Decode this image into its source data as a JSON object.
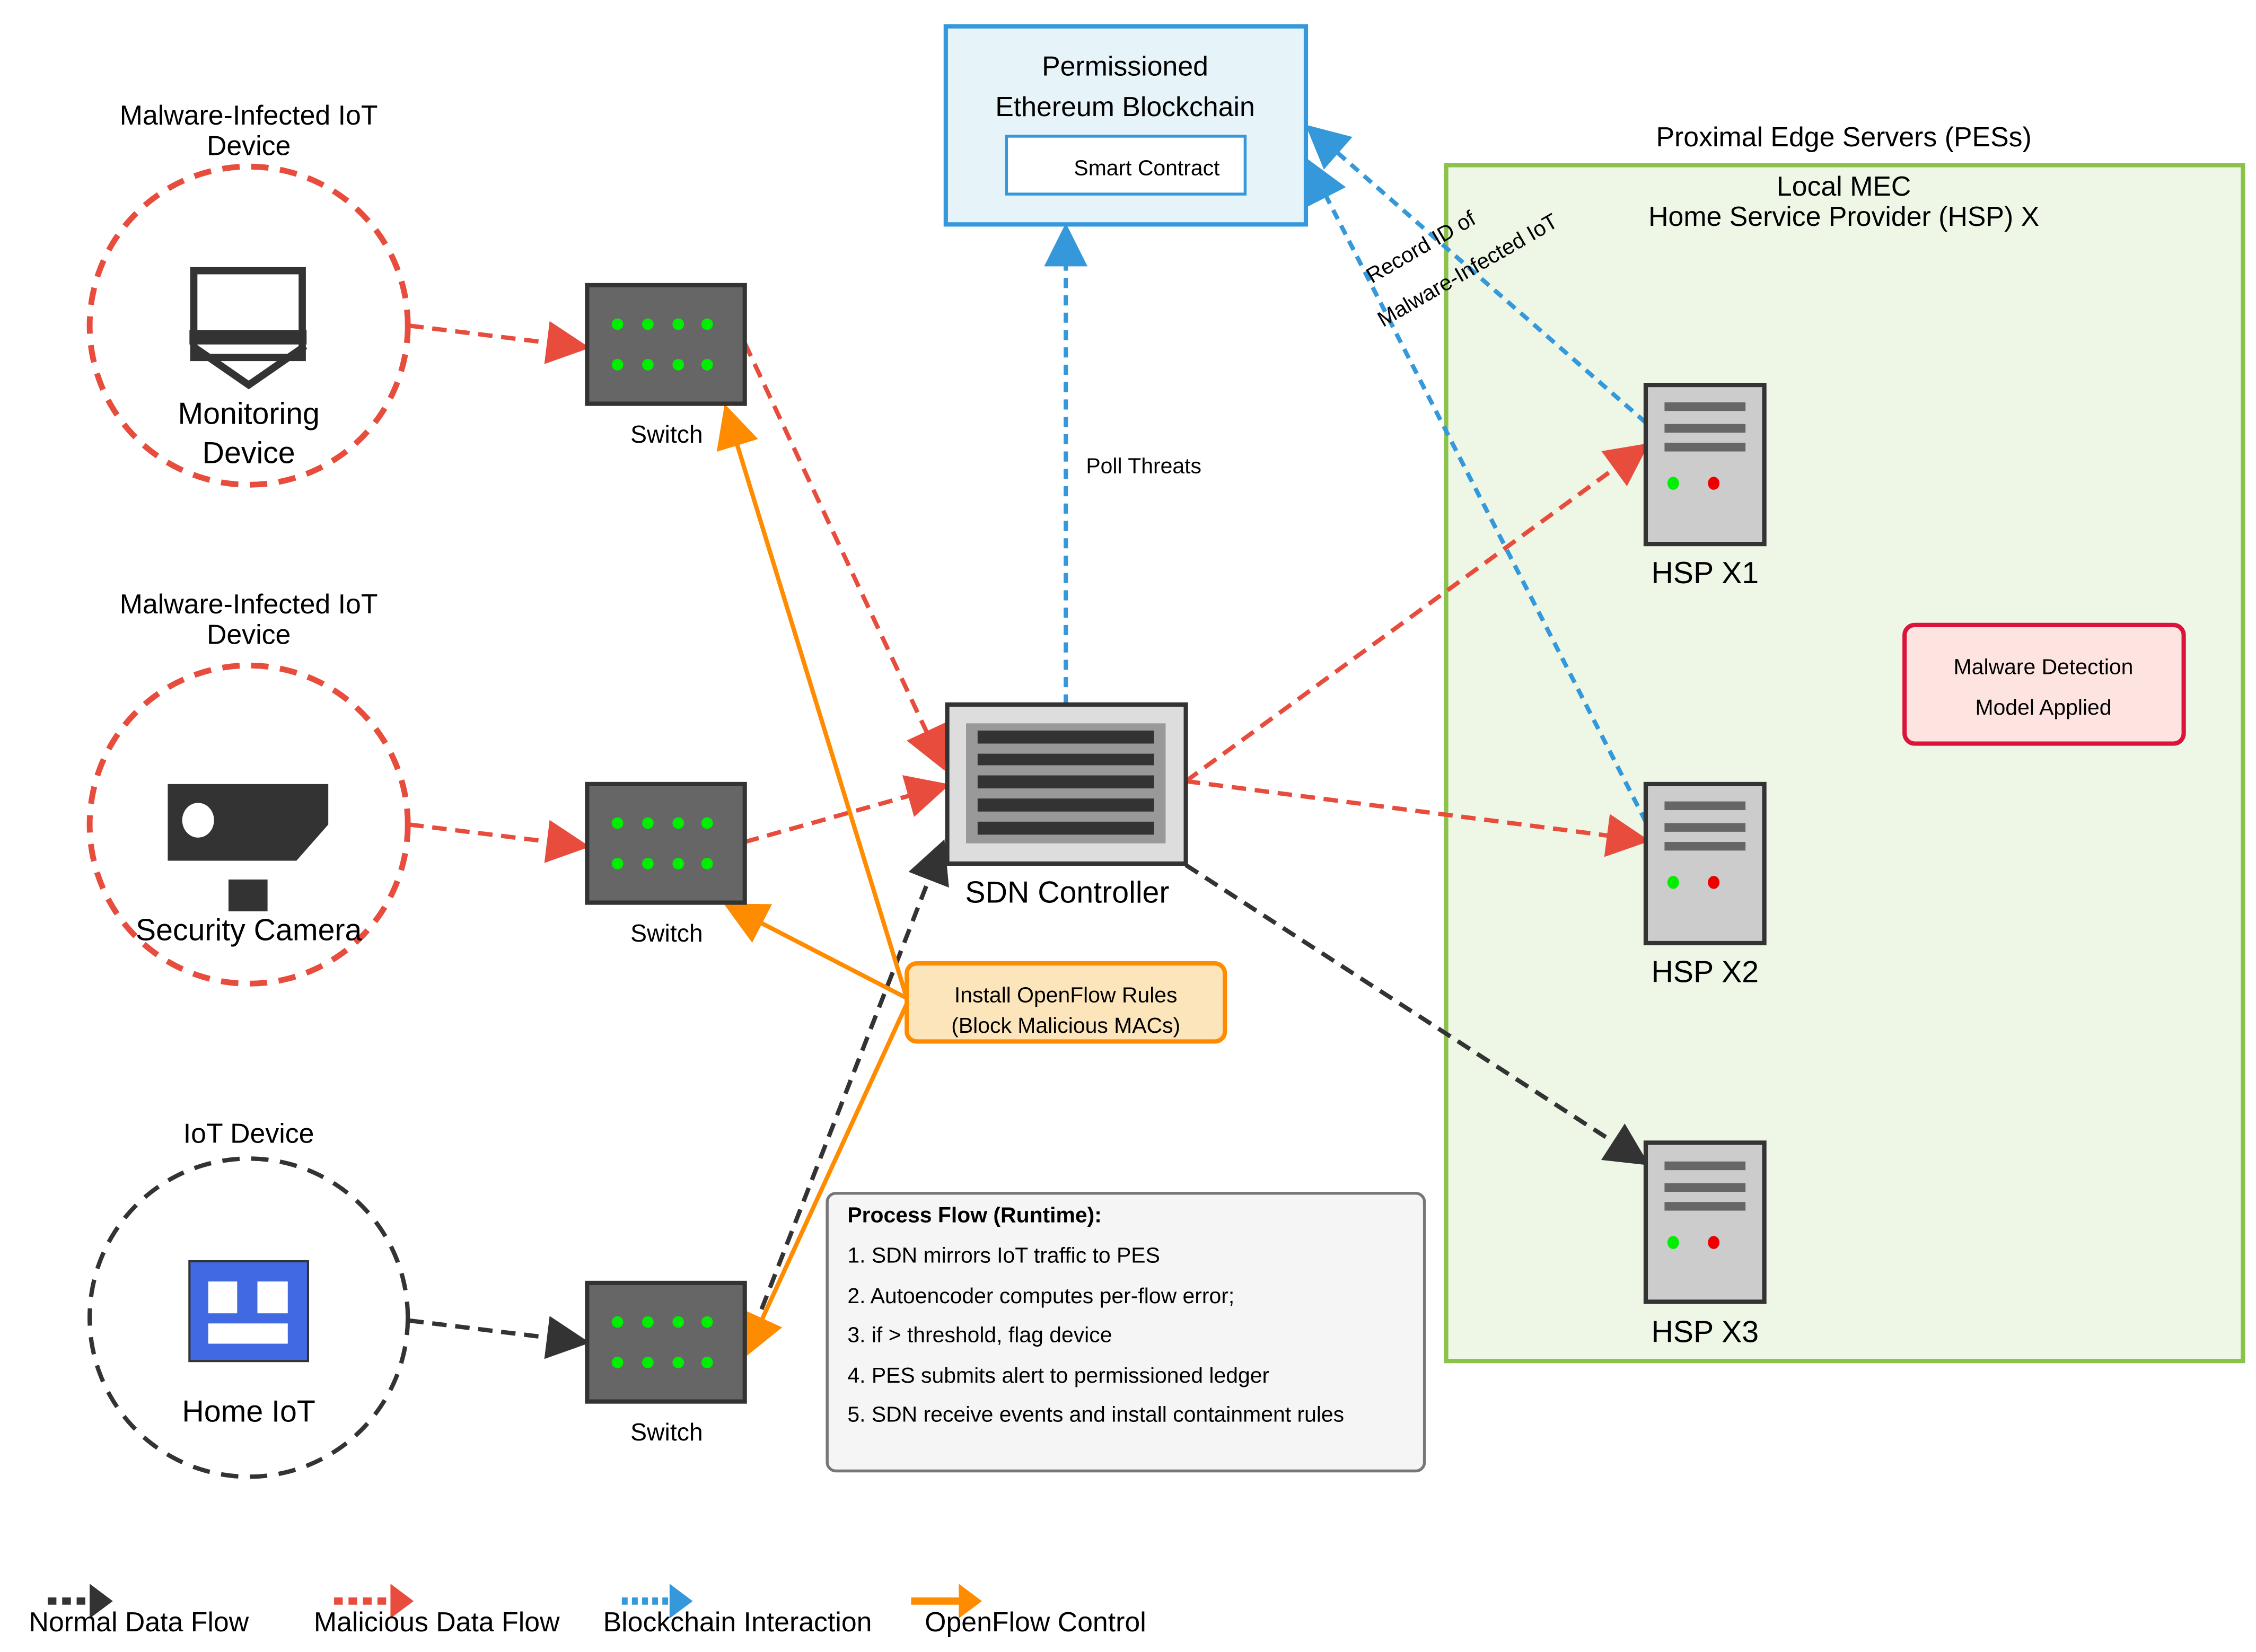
{
  "colors": {
    "normal": "#333333",
    "malicious": "#e74c3c",
    "blockchain": "#3498db",
    "openflow": "#ff8c00",
    "pes_border": "#8bc34a",
    "pes_fill": "#eef7e6",
    "alert_border": "#dc143c",
    "alert_fill": "#fde4e1",
    "led_green": "#00ee00",
    "led_red": "#ee0000",
    "home_iot_blue": "#4169e1"
  },
  "devices": [
    {
      "id": "monitoring",
      "caption_lines": [
        "Malware-Infected IoT",
        "Device"
      ],
      "name_lines": [
        "Monitoring",
        "Device"
      ],
      "status": "malicious",
      "icon": "monitor-icon"
    },
    {
      "id": "camera",
      "caption_lines": [
        "Malware-Infected IoT",
        "Device"
      ],
      "name_lines": [
        "Security Camera"
      ],
      "status": "malicious",
      "icon": "security-camera-icon"
    },
    {
      "id": "home",
      "caption_lines": [
        "IoT Device"
      ],
      "name_lines": [
        "Home IoT"
      ],
      "status": "normal",
      "icon": "home-iot-icon"
    }
  ],
  "switches": [
    {
      "label": "Switch"
    },
    {
      "label": "Switch"
    },
    {
      "label": "Switch"
    }
  ],
  "sdn_controller": {
    "label": "SDN Controller"
  },
  "blockchain": {
    "title_lines": [
      "Permissioned",
      "Ethereum Blockchain"
    ],
    "smart_contract": "Smart Contract"
  },
  "edges": {
    "poll_threats": "Poll Threats",
    "record_id_lines": [
      "Record ID of",
      "Malware-Infected IoT"
    ]
  },
  "pes": {
    "outer_title": "Proximal Edge Servers (PESs)",
    "inner_title_lines": [
      "Local MEC",
      "Home Service Provider (HSP) X"
    ],
    "servers": [
      {
        "label": "HSP X1"
      },
      {
        "label": "HSP X2"
      },
      {
        "label": "HSP X3"
      }
    ],
    "model_box_lines": [
      "Malware Detection",
      "Model Applied"
    ]
  },
  "openflow_box": {
    "lines": [
      "Install OpenFlow Rules",
      "(Block Malicious MACs)"
    ]
  },
  "process_flow": {
    "title": "Process Flow (Runtime):",
    "steps": [
      "1. SDN mirrors IoT traffic to PES",
      "2. Autoencoder computes per-flow error;",
      "3. if > threshold, flag device",
      "4. PES submits alert to permissioned ledger",
      "5. SDN receive events and install containment rules"
    ]
  },
  "legend": [
    {
      "label": "Normal Data Flow",
      "style": "normal"
    },
    {
      "label": "Malicious Data Flow",
      "style": "malicious"
    },
    {
      "label": "Blockchain Interaction",
      "style": "blockchain"
    },
    {
      "label": "OpenFlow Control",
      "style": "openflow"
    }
  ]
}
